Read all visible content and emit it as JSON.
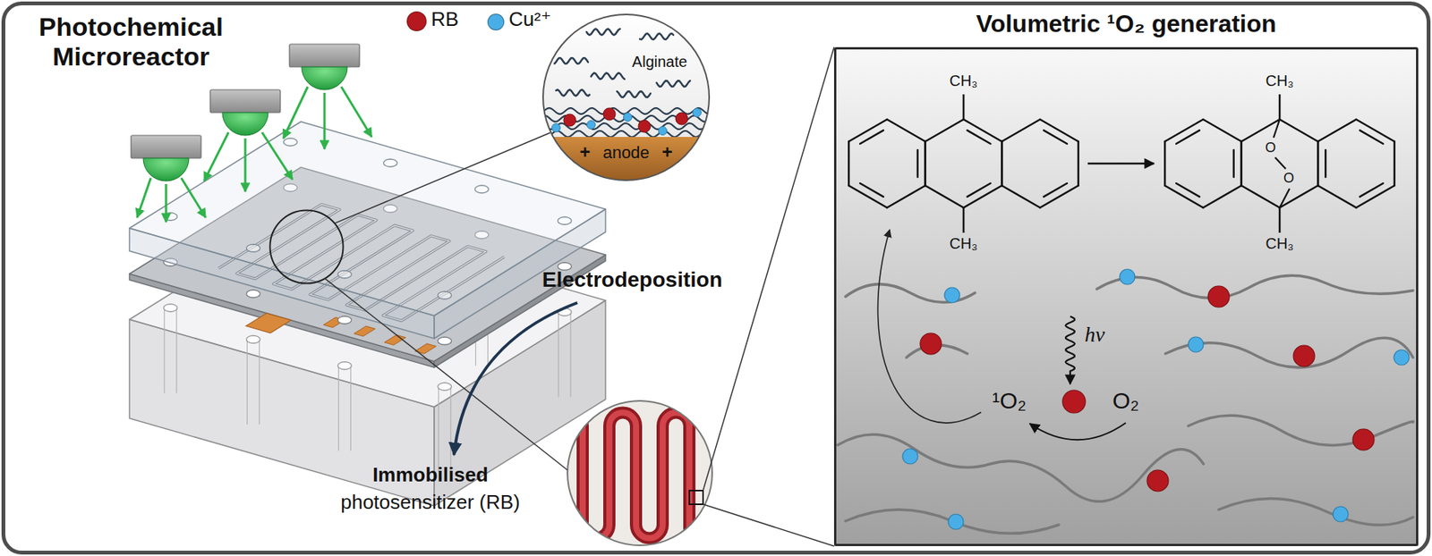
{
  "diagram": {
    "nodes": [
      {
        "text": [
          "Volumetric ¹O₂ generation"
        ]
      },
      {
        "text": [
          "Alginate",
          "+",
          "anode",
          "+"
        ]
      }
    ],
    "labels": [
      "Photochemical Microreactor",
      "Electrodeposition",
      "Immobilised",
      "photosensitizer (RB)",
      "CH₃",
      "CH₃",
      "CH₃",
      "O",
      "O",
      "CH₃",
      "hν",
      "¹O₂",
      "O₂"
    ],
    "legend": [
      {
        "text": "RB",
        "color": "#b5191f"
      },
      {
        "text": "Cu²⁺",
        "color": "#4aaee6"
      }
    ]
  }
}
